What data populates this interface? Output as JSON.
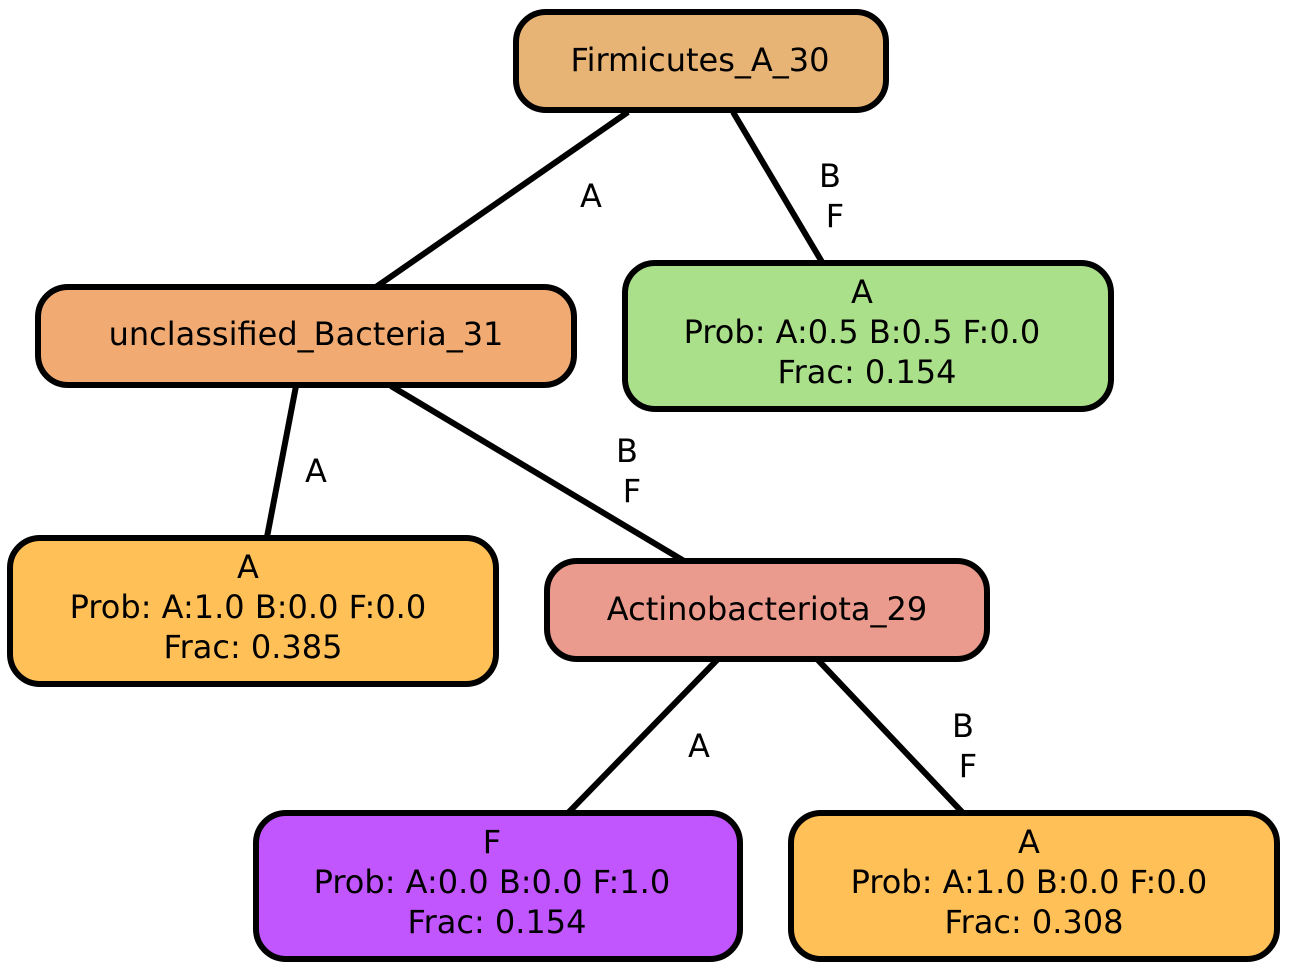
{
  "nodes": {
    "root": {
      "lines": [
        "Firmicutes_A_30"
      ],
      "color": "#e8b475"
    },
    "right_leaf": {
      "lines": [
        "A",
        "Prob: A:0.5 B:0.5 F:0.0",
        "Frac: 0.154"
      ],
      "color": "#abe08b"
    },
    "unclassified": {
      "lines": [
        "unclassified_Bacteria_31"
      ],
      "color": "#f1ab72"
    },
    "left_leaf": {
      "lines": [
        "A",
        "Prob: A:1.0 B:0.0 F:0.0",
        "Frac: 0.385"
      ],
      "color": "#ffc157"
    },
    "actino": {
      "lines": [
        "Actinobacteriota_29"
      ],
      "color": "#ea9b8d"
    },
    "f_leaf": {
      "lines": [
        "F",
        "Prob: A:0.0 B:0.0 F:1.0",
        "Frac: 0.154"
      ],
      "color": "#c156ff"
    },
    "a_leaf": {
      "lines": [
        "A",
        "Prob: A:1.0 B:0.0 F:0.0",
        "Frac: 0.308"
      ],
      "color": "#ffc157"
    }
  },
  "edges": {
    "root_to_unclassified": {
      "lines": [
        "A"
      ]
    },
    "root_to_right_leaf": {
      "lines": [
        "B",
        "F"
      ]
    },
    "unclassified_to_left_leaf": {
      "lines": [
        "A"
      ]
    },
    "unclassified_to_actino": {
      "lines": [
        "B",
        "F"
      ]
    },
    "actino_to_f_leaf": {
      "lines": [
        "A"
      ]
    },
    "actino_to_a_leaf": {
      "lines": [
        "B",
        "F"
      ]
    }
  }
}
